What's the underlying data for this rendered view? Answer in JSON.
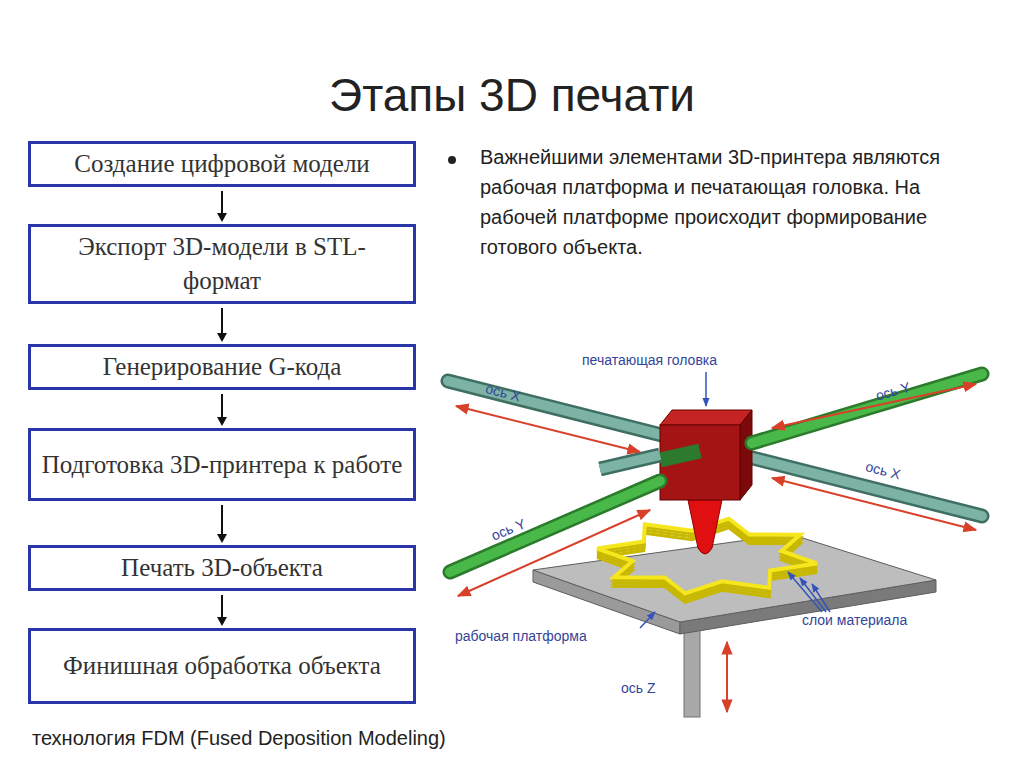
{
  "diagram": {
    "title": "Этапы 3D печати",
    "caption": "технология FDM (Fused Deposition Modeling)",
    "nodes": [
      {
        "text": [
          "Создание цифровой модели"
        ]
      },
      {
        "text": [
          "Экспорт 3D-модели в STL-формат"
        ]
      },
      {
        "text": [
          "Генерирование G-кода"
        ]
      },
      {
        "text": [
          "Подготовка 3D-принтера к работе"
        ]
      },
      {
        "text": [
          "Печать 3D-объекта"
        ]
      },
      {
        "text": [
          "Финишная обработка объекта"
        ]
      }
    ],
    "edges": [
      {
        "from": 0,
        "to": 1,
        "arrow": "to"
      },
      {
        "from": 1,
        "to": 2,
        "arrow": "to"
      },
      {
        "from": 2,
        "to": 3,
        "arrow": "to"
      },
      {
        "from": 3,
        "to": 4,
        "arrow": "to"
      },
      {
        "from": 4,
        "to": 5,
        "arrow": "to"
      }
    ],
    "labels": [
      "Важнейшими элементами 3D-принтера являются рабочая платформа и печатающая головка. На рабочей платформе происходит формирование готового объекта.",
      "печатающая головка",
      "ось X",
      "ось Y",
      "ось Y",
      "ось X",
      "рабочая платформа",
      "слои материала",
      "ось Z"
    ]
  }
}
